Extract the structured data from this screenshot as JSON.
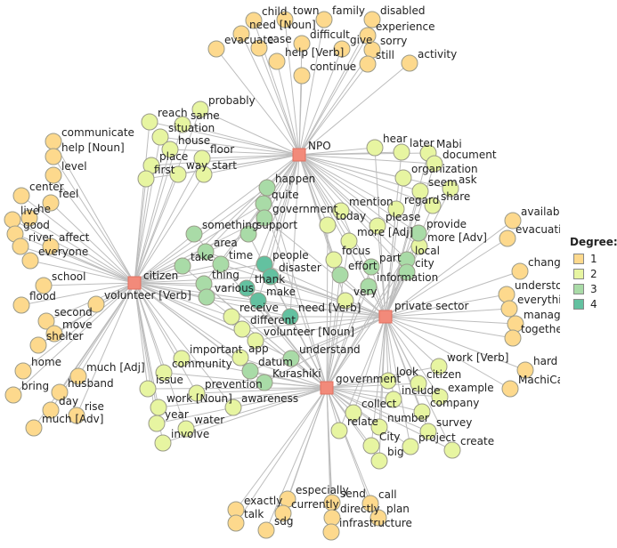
{
  "legend": {
    "title": "Degree:",
    "items": [
      {
        "label": "1",
        "color": "#fdd98d"
      },
      {
        "label": "2",
        "color": "#e7f5a1"
      },
      {
        "label": "3",
        "color": "#a9dba7"
      },
      {
        "label": "4",
        "color": "#63c1a0"
      }
    ]
  },
  "colors": {
    "hub": "#f28a7a",
    "edge": "#bdbdbd",
    "node_stroke": "#9a9a8a"
  },
  "hubs": [
    {
      "id": "N",
      "label": "NPO"
    },
    {
      "id": "C",
      "label": "citizen"
    },
    {
      "id": "P",
      "label": "private sector"
    },
    {
      "id": "G",
      "label": "government"
    }
  ],
  "nodes": [
    {
      "label": "child",
      "degree": 1,
      "links": [
        "N"
      ]
    },
    {
      "label": "town",
      "degree": 1,
      "links": [
        "N"
      ]
    },
    {
      "label": "family",
      "degree": 1,
      "links": [
        "N"
      ]
    },
    {
      "label": "disabled",
      "degree": 1,
      "links": [
        "N"
      ]
    },
    {
      "label": "need [Noun]",
      "degree": 1,
      "links": [
        "N"
      ]
    },
    {
      "label": "experience",
      "degree": 1,
      "links": [
        "N"
      ]
    },
    {
      "label": "evacuate",
      "degree": 1,
      "links": [
        "N"
      ]
    },
    {
      "label": "case",
      "degree": 1,
      "links": [
        "N"
      ]
    },
    {
      "label": "difficult",
      "degree": 1,
      "links": [
        "N"
      ]
    },
    {
      "label": "give",
      "degree": 1,
      "links": [
        "N"
      ]
    },
    {
      "label": "sorry",
      "degree": 1,
      "links": [
        "N"
      ]
    },
    {
      "label": "help [Verb]",
      "degree": 1,
      "links": [
        "N"
      ]
    },
    {
      "label": "still",
      "degree": 1,
      "links": [
        "N"
      ]
    },
    {
      "label": "activity",
      "degree": 1,
      "links": [
        "N"
      ]
    },
    {
      "label": "continue",
      "degree": 1,
      "links": [
        "N"
      ]
    },
    {
      "label": "probably",
      "degree": 2,
      "links": [
        "N",
        "C"
      ]
    },
    {
      "label": "reach",
      "degree": 2,
      "links": [
        "N",
        "C"
      ]
    },
    {
      "label": "same",
      "degree": 2,
      "links": [
        "N",
        "C"
      ]
    },
    {
      "label": "situation",
      "degree": 2,
      "links": [
        "N",
        "C"
      ]
    },
    {
      "label": "house",
      "degree": 2,
      "links": [
        "N",
        "C"
      ]
    },
    {
      "label": "floor",
      "degree": 2,
      "links": [
        "N",
        "C"
      ]
    },
    {
      "label": "place",
      "degree": 2,
      "links": [
        "N",
        "C"
      ]
    },
    {
      "label": "first",
      "degree": 2,
      "links": [
        "N",
        "C"
      ]
    },
    {
      "label": "way",
      "degree": 2,
      "links": [
        "N",
        "C"
      ]
    },
    {
      "label": "start",
      "degree": 2,
      "links": [
        "N",
        "C"
      ]
    },
    {
      "label": "hear",
      "degree": 2,
      "links": [
        "N",
        "P"
      ]
    },
    {
      "label": "later",
      "degree": 2,
      "links": [
        "N",
        "P"
      ]
    },
    {
      "label": "Mabi",
      "degree": 2,
      "links": [
        "N",
        "P"
      ]
    },
    {
      "label": "document",
      "degree": 2,
      "links": [
        "N",
        "P"
      ]
    },
    {
      "label": "organization",
      "degree": 2,
      "links": [
        "N",
        "P"
      ]
    },
    {
      "label": "seem",
      "degree": 2,
      "links": [
        "N",
        "P"
      ]
    },
    {
      "label": "ask",
      "degree": 2,
      "links": [
        "N",
        "P"
      ]
    },
    {
      "label": "regard",
      "degree": 2,
      "links": [
        "N",
        "P"
      ]
    },
    {
      "label": "share",
      "degree": 2,
      "links": [
        "N",
        "P"
      ]
    },
    {
      "label": "mention",
      "degree": 2,
      "links": [
        "N",
        "P"
      ]
    },
    {
      "label": "please",
      "degree": 2,
      "links": [
        "N",
        "P"
      ]
    },
    {
      "label": "more [Adv]",
      "degree": 2,
      "links": [
        "N",
        "P"
      ]
    },
    {
      "label": "today",
      "degree": 2,
      "links": [
        "N",
        "G"
      ]
    },
    {
      "label": "focus",
      "degree": 2,
      "links": [
        "N",
        "G"
      ]
    },
    {
      "label": "more [Adj]",
      "degree": 2,
      "links": [
        "N",
        "G"
      ]
    },
    {
      "label": "very",
      "degree": 2,
      "links": [
        "N",
        "G"
      ]
    },
    {
      "label": "happen",
      "degree": 3,
      "links": [
        "N",
        "C",
        "G"
      ]
    },
    {
      "label": "quite",
      "degree": 3,
      "links": [
        "N",
        "C",
        "G"
      ]
    },
    {
      "label": "government",
      "degree": 3,
      "links": [
        "N",
        "C",
        "P"
      ]
    },
    {
      "label": "support",
      "degree": 3,
      "links": [
        "N",
        "C",
        "G"
      ]
    },
    {
      "label": "something",
      "degree": 3,
      "links": [
        "N",
        "C",
        "G"
      ]
    },
    {
      "label": "area",
      "degree": 3,
      "links": [
        "N",
        "C",
        "P"
      ]
    },
    {
      "label": "take",
      "degree": 3,
      "links": [
        "N",
        "C",
        "G"
      ]
    },
    {
      "label": "time",
      "degree": 3,
      "links": [
        "N",
        "C",
        "P"
      ]
    },
    {
      "label": "thing",
      "degree": 3,
      "links": [
        "N",
        "C",
        "G"
      ]
    },
    {
      "label": "various",
      "degree": 3,
      "links": [
        "C",
        "P",
        "G"
      ]
    },
    {
      "label": "provide",
      "degree": 3,
      "links": [
        "N",
        "P",
        "G"
      ]
    },
    {
      "label": "local",
      "degree": 3,
      "links": [
        "N",
        "P",
        "G"
      ]
    },
    {
      "label": "part",
      "degree": 3,
      "links": [
        "N",
        "P",
        "G"
      ]
    },
    {
      "label": "city",
      "degree": 3,
      "links": [
        "N",
        "P",
        "G"
      ]
    },
    {
      "label": "information",
      "degree": 3,
      "links": [
        "N",
        "P",
        "G"
      ]
    },
    {
      "label": "effort",
      "degree": 3,
      "links": [
        "N",
        "P",
        "G"
      ]
    },
    {
      "label": "understand",
      "degree": 3,
      "links": [
        "C",
        "P",
        "G"
      ]
    },
    {
      "label": "datum",
      "degree": 3,
      "links": [
        "C",
        "P",
        "G"
      ]
    },
    {
      "label": "Kurashiki",
      "degree": 3,
      "links": [
        "C",
        "P",
        "G"
      ]
    },
    {
      "label": "people",
      "degree": 4,
      "links": [
        "N",
        "C",
        "P",
        "G"
      ]
    },
    {
      "label": "disaster",
      "degree": 4,
      "links": [
        "N",
        "C",
        "P",
        "G"
      ]
    },
    {
      "label": "thank",
      "degree": 4,
      "links": [
        "N",
        "C",
        "P",
        "G"
      ]
    },
    {
      "label": "make",
      "degree": 4,
      "links": [
        "N",
        "C",
        "P",
        "G"
      ]
    },
    {
      "label": "need [Verb]",
      "degree": 4,
      "links": [
        "N",
        "C",
        "P",
        "G"
      ]
    },
    {
      "label": "receive",
      "degree": 2,
      "links": [
        "C",
        "P"
      ]
    },
    {
      "label": "different",
      "degree": 2,
      "links": [
        "C",
        "P"
      ]
    },
    {
      "label": "volunteer [Noun]",
      "degree": 2,
      "links": [
        "C",
        "P"
      ]
    },
    {
      "label": "app",
      "degree": 2,
      "links": [
        "C",
        "G"
      ]
    },
    {
      "label": "important",
      "degree": 2,
      "links": [
        "C",
        "G"
      ]
    },
    {
      "label": "community",
      "degree": 2,
      "links": [
        "C",
        "G"
      ]
    },
    {
      "label": "issue",
      "degree": 2,
      "links": [
        "C",
        "G"
      ]
    },
    {
      "label": "prevention",
      "degree": 2,
      "links": [
        "C",
        "G"
      ]
    },
    {
      "label": "work [Noun]",
      "degree": 2,
      "links": [
        "C",
        "G"
      ]
    },
    {
      "label": "awareness",
      "degree": 2,
      "links": [
        "C",
        "G"
      ]
    },
    {
      "label": "year",
      "degree": 2,
      "links": [
        "C",
        "G"
      ]
    },
    {
      "label": "water",
      "degree": 2,
      "links": [
        "C",
        "G"
      ]
    },
    {
      "label": "involve",
      "degree": 2,
      "links": [
        "C",
        "G"
      ]
    },
    {
      "label": "communicate",
      "degree": 1,
      "links": [
        "C"
      ]
    },
    {
      "label": "help [Noun]",
      "degree": 1,
      "links": [
        "C"
      ]
    },
    {
      "label": "level",
      "degree": 1,
      "links": [
        "C"
      ]
    },
    {
      "label": "center",
      "degree": 1,
      "links": [
        "C"
      ]
    },
    {
      "label": "feel",
      "degree": 1,
      "links": [
        "C"
      ]
    },
    {
      "label": "live",
      "degree": 1,
      "links": [
        "C"
      ]
    },
    {
      "label": "he",
      "degree": 1,
      "links": [
        "C"
      ]
    },
    {
      "label": "good",
      "degree": 1,
      "links": [
        "C"
      ]
    },
    {
      "label": "river",
      "degree": 1,
      "links": [
        "C"
      ]
    },
    {
      "label": "affect",
      "degree": 1,
      "links": [
        "C"
      ]
    },
    {
      "label": "everyone",
      "degree": 1,
      "links": [
        "C"
      ]
    },
    {
      "label": "school",
      "degree": 1,
      "links": [
        "C"
      ]
    },
    {
      "label": "flood",
      "degree": 1,
      "links": [
        "C"
      ]
    },
    {
      "label": "volunteer [Verb]",
      "degree": 1,
      "links": [
        "C"
      ]
    },
    {
      "label": "second",
      "degree": 1,
      "links": [
        "C"
      ]
    },
    {
      "label": "move",
      "degree": 1,
      "links": [
        "C"
      ]
    },
    {
      "label": "shelter",
      "degree": 1,
      "links": [
        "C"
      ]
    },
    {
      "label": "home",
      "degree": 1,
      "links": [
        "C"
      ]
    },
    {
      "label": "much [Adj]",
      "degree": 1,
      "links": [
        "C"
      ]
    },
    {
      "label": "bring",
      "degree": 1,
      "links": [
        "C"
      ]
    },
    {
      "label": "husband",
      "degree": 1,
      "links": [
        "C"
      ]
    },
    {
      "label": "day",
      "degree": 1,
      "links": [
        "C"
      ]
    },
    {
      "label": "rise",
      "degree": 1,
      "links": [
        "C"
      ]
    },
    {
      "label": "much [Adv]",
      "degree": 1,
      "links": [
        "C"
      ]
    },
    {
      "label": "exactly",
      "degree": 1,
      "links": [
        "G"
      ]
    },
    {
      "label": "talk",
      "degree": 1,
      "links": [
        "G"
      ]
    },
    {
      "label": "sdg",
      "degree": 1,
      "links": [
        "G"
      ]
    },
    {
      "label": "especially",
      "degree": 1,
      "links": [
        "G"
      ]
    },
    {
      "label": "currently",
      "degree": 1,
      "links": [
        "G"
      ]
    },
    {
      "label": "send",
      "degree": 1,
      "links": [
        "G"
      ]
    },
    {
      "label": "directly",
      "degree": 1,
      "links": [
        "G"
      ]
    },
    {
      "label": "infrastructure",
      "degree": 1,
      "links": [
        "G"
      ]
    },
    {
      "label": "call",
      "degree": 1,
      "links": [
        "G"
      ]
    },
    {
      "label": "plan",
      "degree": 1,
      "links": [
        "G"
      ]
    },
    {
      "label": "look",
      "degree": 2,
      "links": [
        "P",
        "G"
      ]
    },
    {
      "label": "citizen",
      "degree": 2,
      "links": [
        "P",
        "G"
      ]
    },
    {
      "label": "work [Verb]",
      "degree": 2,
      "links": [
        "P",
        "G"
      ]
    },
    {
      "label": "include",
      "degree": 2,
      "links": [
        "P",
        "G"
      ]
    },
    {
      "label": "example",
      "degree": 2,
      "links": [
        "P",
        "G"
      ]
    },
    {
      "label": "company",
      "degree": 2,
      "links": [
        "P",
        "G"
      ]
    },
    {
      "label": "collect",
      "degree": 2,
      "links": [
        "P",
        "G"
      ]
    },
    {
      "label": "number",
      "degree": 2,
      "links": [
        "P",
        "G"
      ]
    },
    {
      "label": "relate",
      "degree": 2,
      "links": [
        "P",
        "G"
      ]
    },
    {
      "label": "survey",
      "degree": 2,
      "links": [
        "P",
        "G"
      ]
    },
    {
      "label": "City",
      "degree": 2,
      "links": [
        "P",
        "G"
      ]
    },
    {
      "label": "project",
      "degree": 2,
      "links": [
        "P",
        "G"
      ]
    },
    {
      "label": "create",
      "degree": 2,
      "links": [
        "P",
        "G"
      ]
    },
    {
      "label": "big",
      "degree": 2,
      "links": [
        "P",
        "G"
      ]
    },
    {
      "label": "available",
      "degree": 1,
      "links": [
        "P"
      ]
    },
    {
      "label": "evacuation",
      "degree": 1,
      "links": [
        "P"
      ]
    },
    {
      "label": "change",
      "degree": 1,
      "links": [
        "P"
      ]
    },
    {
      "label": "understood",
      "degree": 1,
      "links": [
        "P"
      ]
    },
    {
      "label": "everything",
      "degree": 1,
      "links": [
        "P"
      ]
    },
    {
      "label": "manage",
      "degree": 1,
      "links": [
        "P"
      ]
    },
    {
      "label": "together",
      "degree": 1,
      "links": [
        "P"
      ]
    },
    {
      "label": "hard",
      "degree": 1,
      "links": [
        "P"
      ]
    },
    {
      "label": "MachiCa",
      "degree": 1,
      "links": [
        "P"
      ]
    }
  ]
}
